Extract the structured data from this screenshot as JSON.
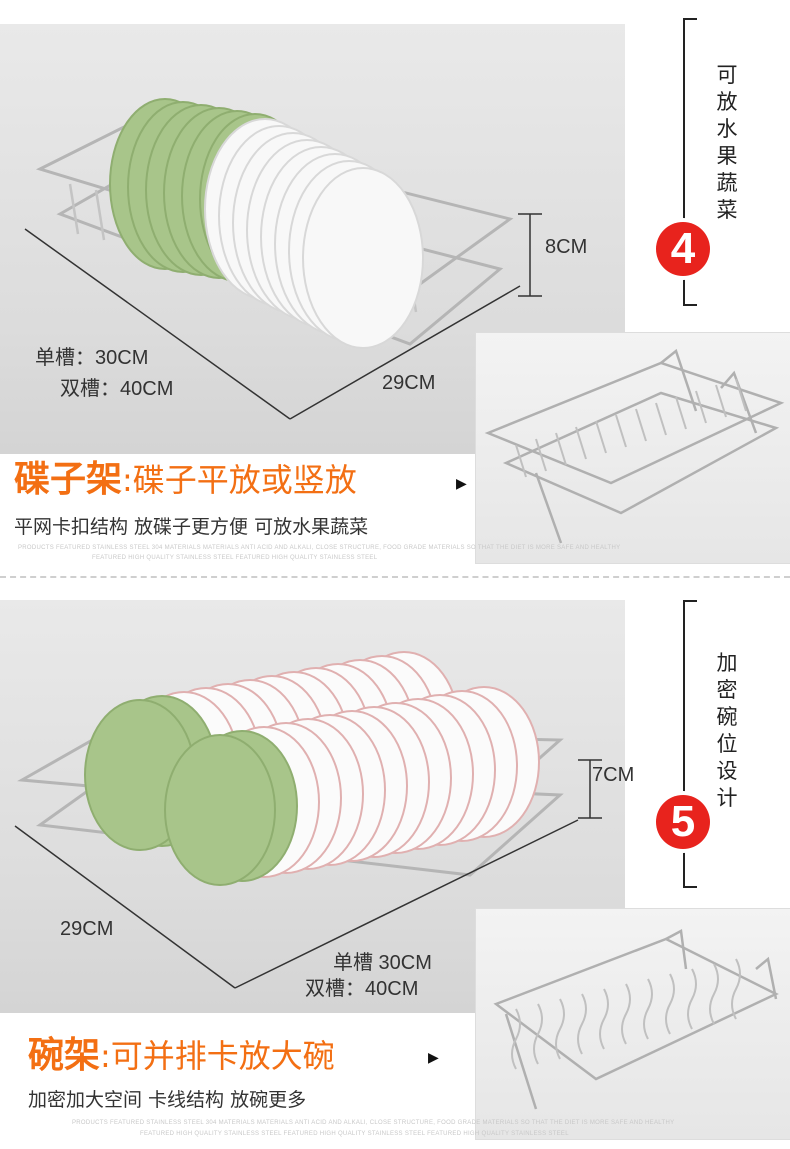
{
  "section1": {
    "height_label": "8CM",
    "single_slot": "单槽：30CM",
    "double_slot": "双槽：40CM",
    "depth_label": "29CM",
    "vertical_text": [
      "可",
      "放",
      "水",
      "果",
      "蔬",
      "菜"
    ],
    "badge": "4",
    "title_main": "碟子架",
    "title_sub": ":碟子平放或竖放",
    "description": "平网卡扣结构 放碟子更方便 可放水果蔬菜",
    "fine_print_1": "PRODUCTS FEATURED STAINLESS STEEL 304 MATERIALS MATERIALS ANTI ACID AND ALKALI, CLOSE STRUCTURE, FOOD GRADE MATERIALS SO THAT THE DIET IS MORE SAFE AND HEALTHY",
    "fine_print_2": "FEATURED HIGH QUALITY STAINLESS STEEL FEATURED HIGH QUALITY STAINLESS STEEL"
  },
  "section2": {
    "height_label": "7CM",
    "depth_label": "29CM",
    "single_slot": "单槽 30CM",
    "double_slot": "双槽：40CM",
    "vertical_text": [
      "加",
      "密",
      "碗",
      "位",
      "设",
      "计"
    ],
    "badge": "5",
    "title_main": "碗架",
    "title_sub": ":可并排卡放大碗",
    "description": "加密加大空间 卡线结构 放碗更多",
    "fine_print_1": "PRODUCTS FEATURED STAINLESS STEEL 304 MATERIALS MATERIALS ANTI ACID AND ALKALI, CLOSE STRUCTURE, FOOD GRADE MATERIALS SO THAT THE DIET IS MORE SAFE AND HEALTHY",
    "fine_print_2": "FEATURED HIGH QUALITY STAINLESS STEEL FEATURED HIGH QUALITY STAINLESS STEEL FEATURED HIGH QUALITY STAINLESS STEEL"
  },
  "colors": {
    "accent_orange": "#f36f13",
    "badge_red": "#e8231d",
    "plate_green": "#a8c58a",
    "wire": "#b8b8b8"
  }
}
